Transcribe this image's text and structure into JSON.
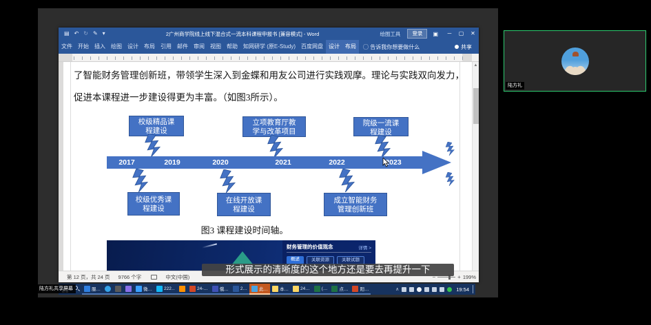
{
  "meeting": {
    "share_label": "陆方礼共享屏幕",
    "subtitle": "形式展示的清晰度的这个地方还是要去再提升一下",
    "participant_name": "陆方礼"
  },
  "word": {
    "title": "2广州商学院线上线下混合式一流本科课程申报书 [兼容模式] - Word",
    "context_group": "绘图工具",
    "sign_in": "登录",
    "tabs": [
      "文件",
      "开始",
      "插入",
      "绘图",
      "设计",
      "布局",
      "引用",
      "邮件",
      "审阅",
      "视图",
      "帮助",
      "知网研学 (原E-Study)",
      "百度网盘",
      "设计",
      "布局"
    ],
    "tell_me": "告诉我你想要做什么",
    "share_button": "共享",
    "status": {
      "page": "第 12 页，共 24 页",
      "words": "9766 个字",
      "language": "中文(中国)",
      "zoom": "199%"
    }
  },
  "doc": {
    "para1": "了智能财务管理创新班，带领学生深入到金蝶和用友公司进行实践观摩。理论与实践双向发力，",
    "para2": "促进本课程进一步建设得更为丰富。（如图3所示）。",
    "figure": {
      "caption": "图3 课程建设时间轴。",
      "years": [
        "2017",
        "2019",
        "2020",
        "2021",
        "2022",
        "2023"
      ],
      "top_boxes": [
        {
          "l1": "校级精品课",
          "l2": "程建设"
        },
        {
          "l1": "立项教育厅教",
          "l2": "学与改革项目"
        },
        {
          "l1": "院级一流课",
          "l2": "程建设"
        }
      ],
      "bottom_boxes": [
        {
          "l1": "校级优秀课",
          "l2": "程建设"
        },
        {
          "l1": "在线开放课",
          "l2": "程建设"
        },
        {
          "l1": "成立智能财务",
          "l2": "管理创新班"
        }
      ],
      "accent_color": "#4472c4"
    },
    "banner": {
      "title": "财务管理的价值观念",
      "more": "详情 >",
      "tabs": [
        "概述",
        "关联资源",
        "关联试题"
      ]
    }
  },
  "taskbar": {
    "clock": "19:54",
    "apps": [
      {
        "label": "服…",
        "color": "#2f7fe0"
      },
      {
        "label": "",
        "color": "#35a3e8",
        "shape": "circle"
      },
      {
        "label": "",
        "color": "#5a5a5a"
      },
      {
        "label": "",
        "color": "#8a6fe8"
      },
      {
        "label": "微…",
        "color": "#3aa0ff"
      },
      {
        "label": "222…",
        "color": "#12b7f5"
      },
      {
        "label": "",
        "color": "#ff8f00"
      },
      {
        "label": "24-…",
        "color": "#d24726"
      },
      {
        "label": "俄…",
        "color": "#3f51b5"
      },
      {
        "label": "2…",
        "color": "#2b579a"
      },
      {
        "label": "此…",
        "color": "#4aa3e0",
        "active": true
      },
      {
        "label": "本…",
        "color": "#fdd663"
      },
      {
        "label": "24…",
        "color": "#fdd663"
      },
      {
        "label": "(…",
        "color": "#1e7145"
      },
      {
        "label": "点…",
        "color": "#1e7145"
      },
      {
        "label": "阳…",
        "color": "#d24726"
      }
    ],
    "tray": [
      "hidden-icons",
      "microphone",
      "network",
      "qq",
      "volume",
      "cast",
      "phone",
      "wechat"
    ]
  }
}
